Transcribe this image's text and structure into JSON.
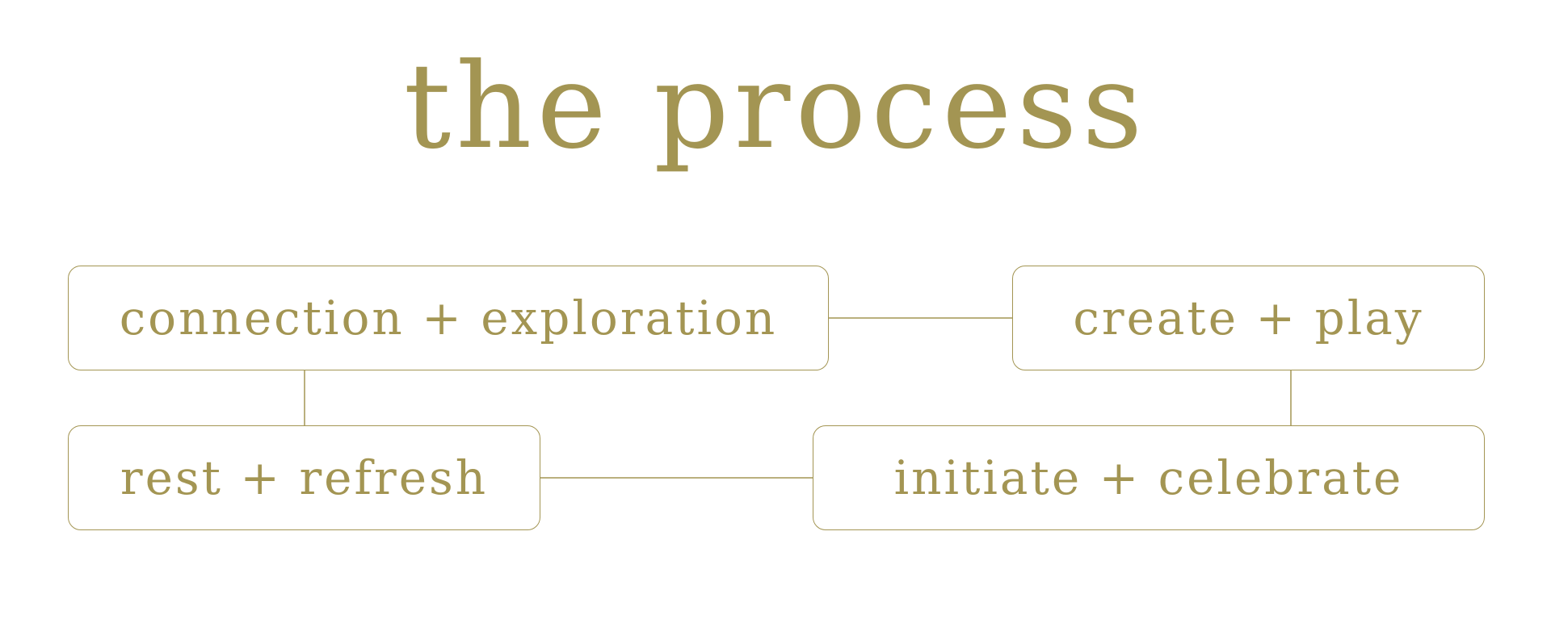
{
  "title": "the process",
  "colors": {
    "accent": "#A39553",
    "background": "#FFFFFF"
  },
  "nodes": [
    {
      "id": "node-1",
      "label": "connection + exploration"
    },
    {
      "id": "node-2",
      "label": "create + play"
    },
    {
      "id": "node-3",
      "label": "rest + refresh"
    },
    {
      "id": "node-4",
      "label": "initiate + celebrate"
    }
  ],
  "edges": [
    {
      "from": "node-1",
      "to": "node-2"
    },
    {
      "from": "node-1",
      "to": "node-3"
    },
    {
      "from": "node-2",
      "to": "node-4"
    },
    {
      "from": "node-3",
      "to": "node-4"
    }
  ]
}
